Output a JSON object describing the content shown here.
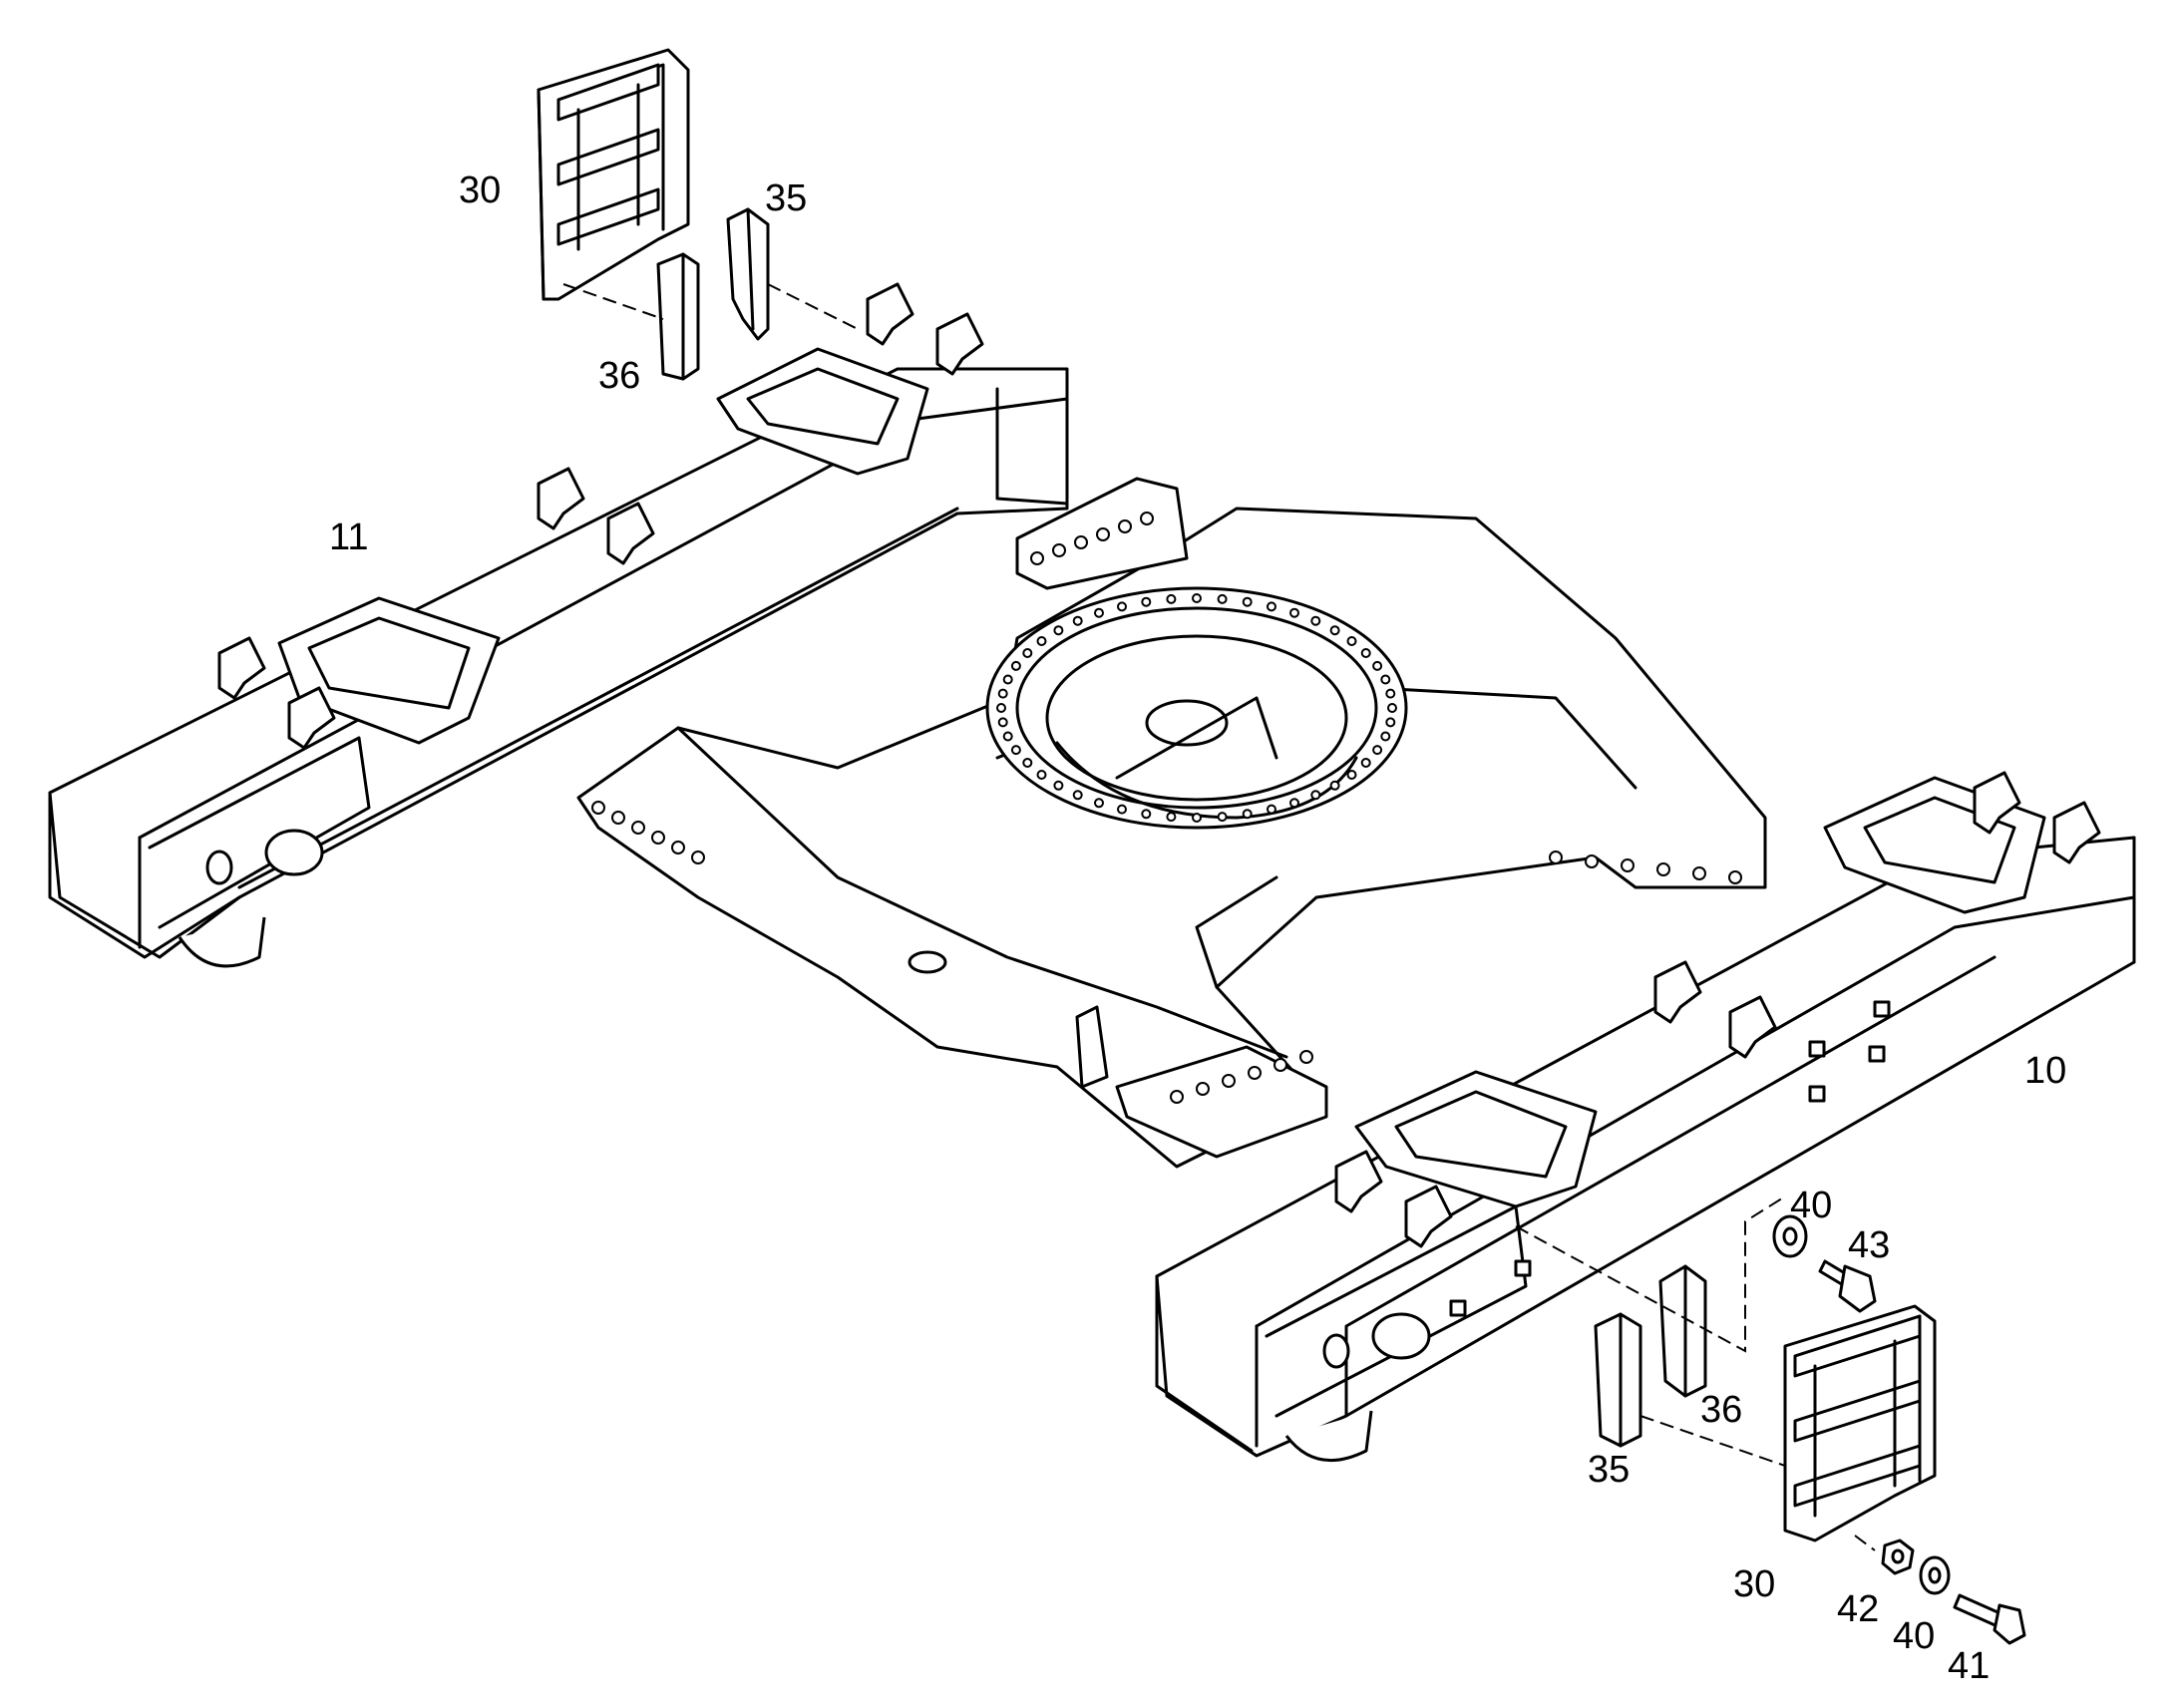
{
  "diagram": {
    "labels": {
      "step_top": "30",
      "bracket_top_35": "35",
      "bracket_top_36": "36",
      "frame_left": "11",
      "frame_right": "10",
      "washer_top": "40",
      "bolt_43": "43",
      "bracket_bottom_36": "36",
      "bracket_bottom_35": "35",
      "step_bottom": "30",
      "nut_42": "42",
      "washer_bottom": "40",
      "bolt_41": "41"
    }
  }
}
